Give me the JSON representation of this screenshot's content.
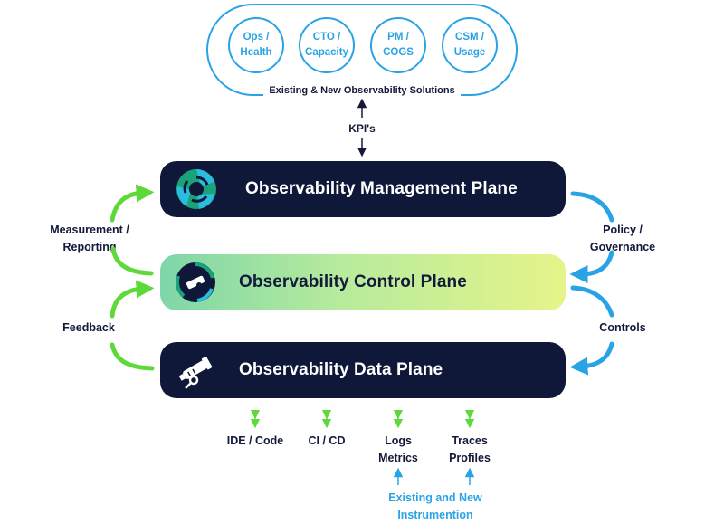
{
  "solutions": {
    "items": [
      {
        "label": "Ops /\nHealth"
      },
      {
        "label": "CTO /\nCapacity"
      },
      {
        "label": "PM /\nCOGS"
      },
      {
        "label": "CSM /\nUsage"
      }
    ],
    "caption": "Existing & New Observability Solutions"
  },
  "kpi_label": "KPI's",
  "planes": {
    "management": {
      "title": "Observability Management Plane"
    },
    "control": {
      "title": "Observability Control Plane"
    },
    "data": {
      "title": "Observability Data Plane"
    }
  },
  "left_labels": {
    "measurement": "Measurement /\nReporting",
    "feedback": "Feedback"
  },
  "right_labels": {
    "policy": "Policy /\nGovernance",
    "controls": "Controls"
  },
  "bottom": {
    "items": [
      {
        "label": "IDE / Code"
      },
      {
        "label": "CI / CD"
      },
      {
        "label": "Logs\nMetrics"
      },
      {
        "label": "Traces\nProfiles"
      }
    ],
    "instrumentation": "Existing and New\nInstrumention"
  },
  "colors": {
    "navy": "#0f1838",
    "blue": "#29a3e6",
    "green": "#5fd93a",
    "teal": "#1aa27a"
  }
}
